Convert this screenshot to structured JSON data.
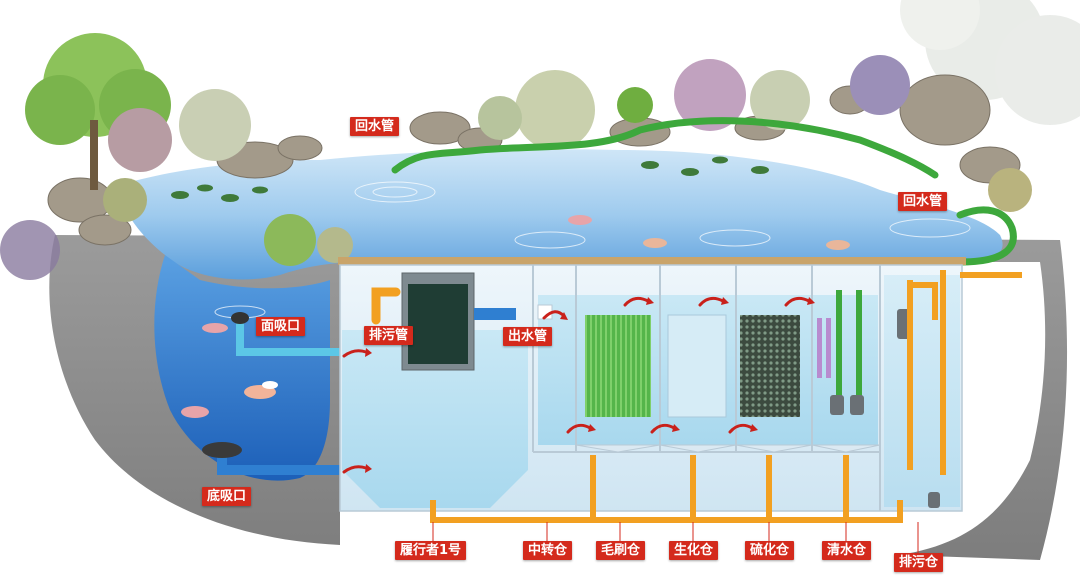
{
  "labels": {
    "return_pipe_left": "回水管",
    "return_pipe_right": "回水管",
    "surface_intake": "面吸口",
    "bottom_intake": "底吸口",
    "sewage_pipe": "排污管",
    "outlet_pipe": "出水管",
    "chamber_1": "履行者1号",
    "transfer": "中转仓",
    "brush": "毛刷仓",
    "bio": "生化仓",
    "nitrify": "硫化仓",
    "clear": "清水仓",
    "sewage_bin": "排污仓"
  },
  "colors": {
    "label_bg": "#d42a1c",
    "pipe_green": "#3da83c",
    "pipe_orange": "#f2a021",
    "pipe_blue": "#2f7fd1",
    "pipe_cyan": "#5cc7e6",
    "flow_arrow": "#c9211b",
    "pond_water": "#3f86cf",
    "ground": "#8f8f8f"
  },
  "icons": [
    "plant-icon",
    "rock-icon",
    "fish-icon",
    "pump-icon",
    "arrow-icon"
  ]
}
